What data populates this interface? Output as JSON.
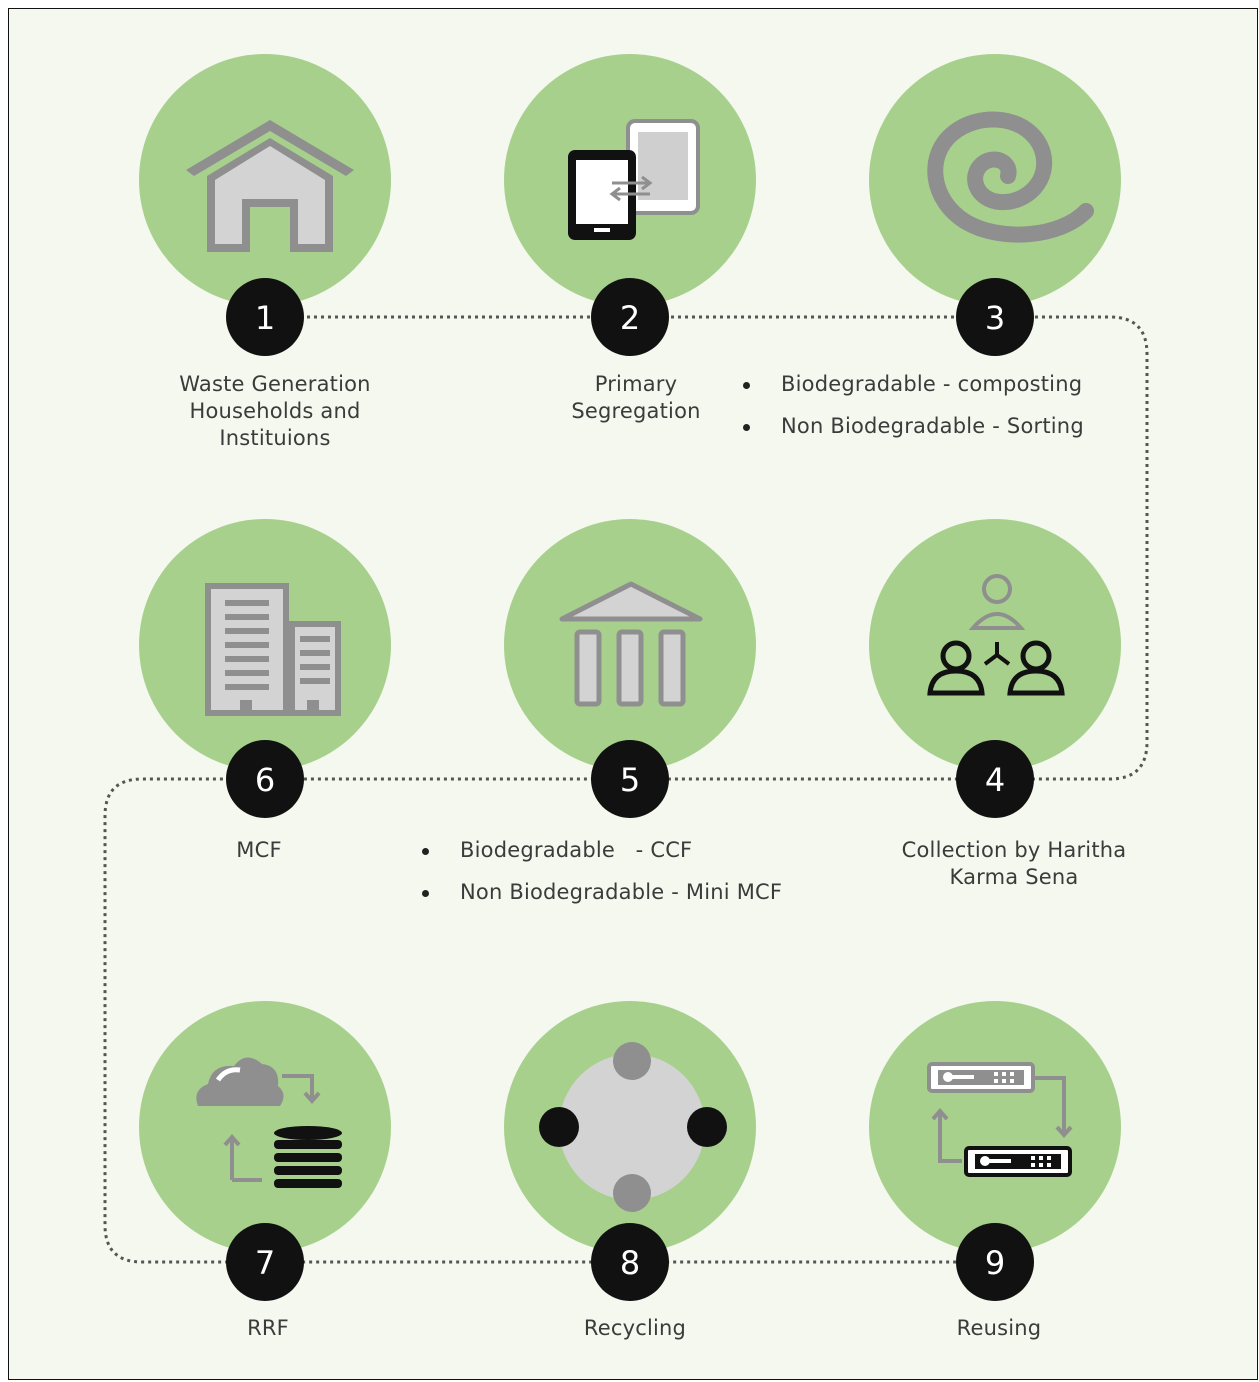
{
  "colors": {
    "background": "#f4f8ee",
    "circle": "#a8d08d",
    "badge": "#111111",
    "badge_text": "#ffffff",
    "icon_gray": "#8f8f8f",
    "icon_light": "#d3d3d3",
    "connector": "#555555",
    "text": "#3b3b3b"
  },
  "steps": [
    {
      "number": "1",
      "icon": "house-icon",
      "label_lines": [
        "Waste Generation",
        "Households and",
        "Instituions"
      ]
    },
    {
      "number": "2",
      "icon": "device-transfer-icon",
      "label_lines": [
        "Primary",
        "Segregation"
      ]
    },
    {
      "number": "3",
      "icon": "swirl-icon",
      "bullets": [
        "Biodegradable - composting",
        "Non Biodegradable - Sorting"
      ]
    },
    {
      "number": "4",
      "icon": "people-network-icon",
      "label_lines": [
        "Collection by Haritha",
        "Karma Sena"
      ]
    },
    {
      "number": "5",
      "icon": "columns-building-icon",
      "bullets": [
        "Biodegradable   - CCF",
        "Non Biodegradable - Mini MCF"
      ]
    },
    {
      "number": "6",
      "icon": "office-buildings-icon",
      "label_lines": [
        "MCF"
      ]
    },
    {
      "number": "7",
      "icon": "cloud-database-icon",
      "label_lines": [
        "RRF"
      ]
    },
    {
      "number": "8",
      "icon": "cycle-nodes-icon",
      "label_lines": [
        "Recycling"
      ]
    },
    {
      "number": "9",
      "icon": "server-transfer-icon",
      "label_lines": [
        "Reusing"
      ]
    }
  ]
}
